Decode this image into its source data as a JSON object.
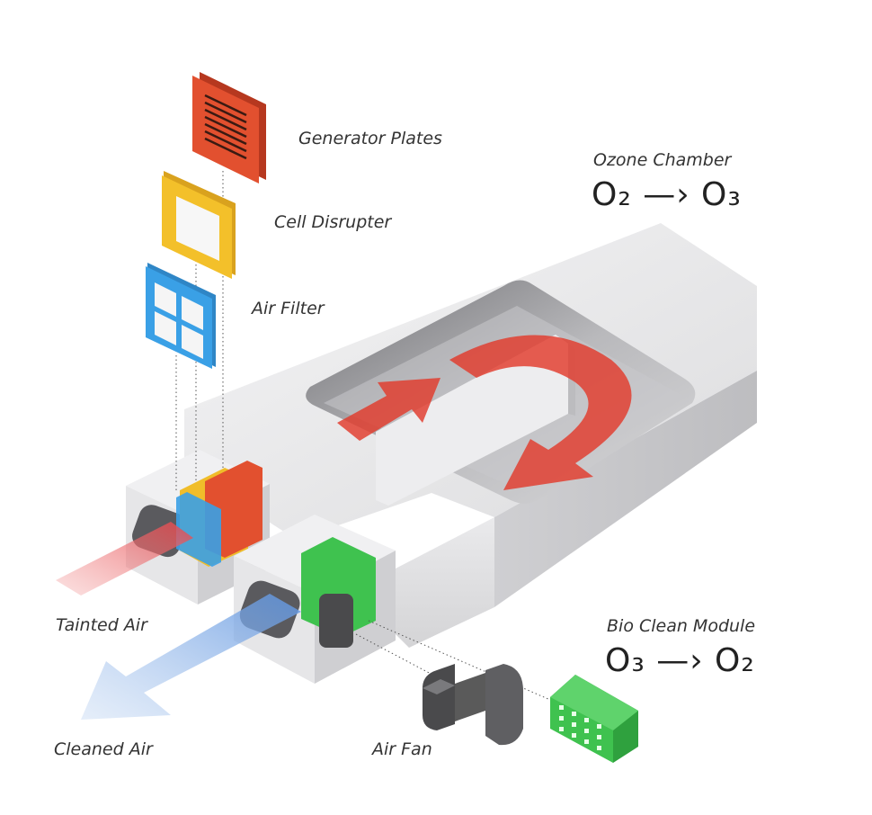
{
  "labels": {
    "generator_plates": "Generator Plates",
    "cell_disrupter": "Cell Disrupter",
    "air_filter": "Air Filter",
    "ozone_chamber": "Ozone Chamber",
    "ozone_formula": "O₂ —› O₃",
    "tainted_air": "Tainted Air",
    "bio_clean_module": "Bio Clean Module",
    "bio_formula": "O₃ —› O₂",
    "cleaned_air": "Cleaned Air",
    "air_fan": "Air Fan"
  },
  "colors": {
    "generator_plates": "#e2502f",
    "cell_disrupter": "#f3c02a",
    "air_filter": "#3aa0e6",
    "bio_clean_module": "#3fc24f",
    "air_fan": "#5a5a5a",
    "housing": "#e4e4e6",
    "flow_arrow": "#e23b2c",
    "tainted_arrow": "#f08a8a",
    "cleaned_arrow": "#a9c8ee"
  },
  "icons": [
    "generator-plates-icon",
    "cell-disrupter-icon",
    "air-filter-icon",
    "bio-clean-module-icon",
    "air-fan-icon"
  ]
}
